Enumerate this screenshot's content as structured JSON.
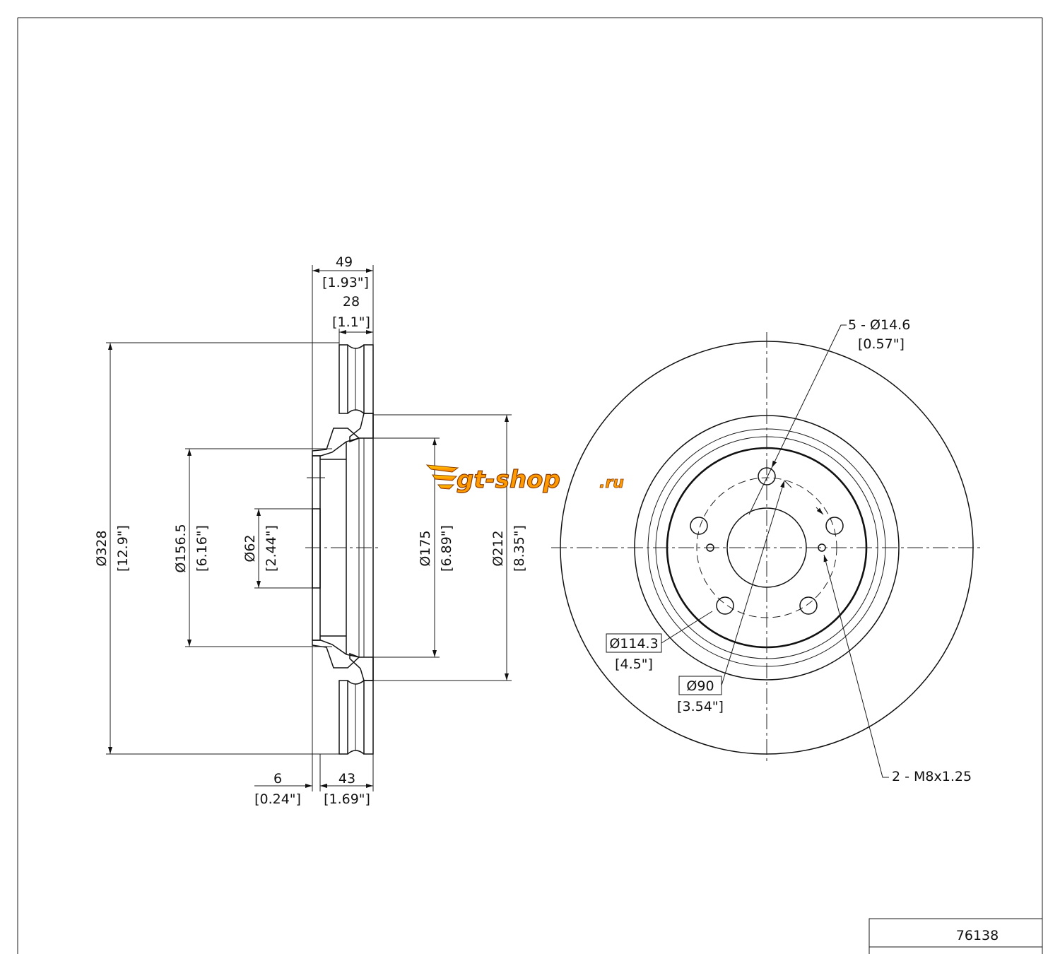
{
  "part_number": "76138",
  "side_view": {
    "overall_width": {
      "mm": "49",
      "in": "[1.93\"]"
    },
    "disc_thickness": {
      "mm": "28",
      "in": "[1.1\"]"
    },
    "outer_diameter": {
      "mm": "Ø328",
      "in": "[12.9\"]"
    },
    "hat_diameter": {
      "mm": "Ø156.5",
      "in": "[6.16\"]"
    },
    "center_bore": {
      "mm": "Ø62",
      "in": "[2.44\"]"
    },
    "inner_diameter": {
      "mm": "Ø175",
      "in": "[6.89\"]"
    },
    "friction_inner_diameter": {
      "mm": "Ø212",
      "in": "[8.35\"]"
    },
    "hub_offset": {
      "mm": "6",
      "in": "[0.24\"]"
    },
    "hat_height": {
      "mm": "43",
      "in": "[1.69\"]"
    }
  },
  "front_view": {
    "bolt_holes": {
      "mm": "5 - Ø14.6",
      "in": "[0.57\"]"
    },
    "bolt_circle": {
      "mm": "Ø114.3",
      "in": "[4.5\"]"
    },
    "secondary_circle": {
      "mm": "Ø90",
      "in": "[3.54\"]"
    },
    "threaded_holes": {
      "label": "2 - M8x1.25"
    }
  },
  "watermark": {
    "text": "gt-shop",
    "suffix": ".ru"
  }
}
